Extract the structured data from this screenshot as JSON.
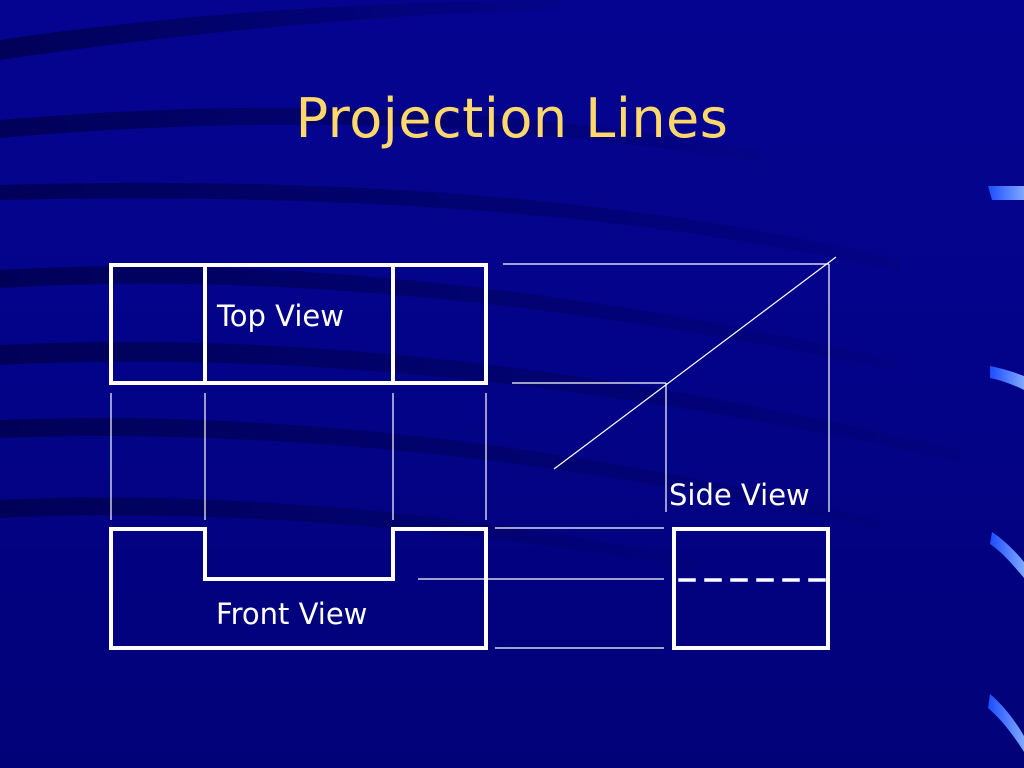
{
  "slide": {
    "title": "Projection Lines",
    "title_color": "#ffd86b",
    "background_color": "#03038a",
    "line_color": "#ffffff"
  },
  "views": {
    "top_label": "Top View",
    "side_label": "Side View",
    "front_label": "Front View"
  }
}
